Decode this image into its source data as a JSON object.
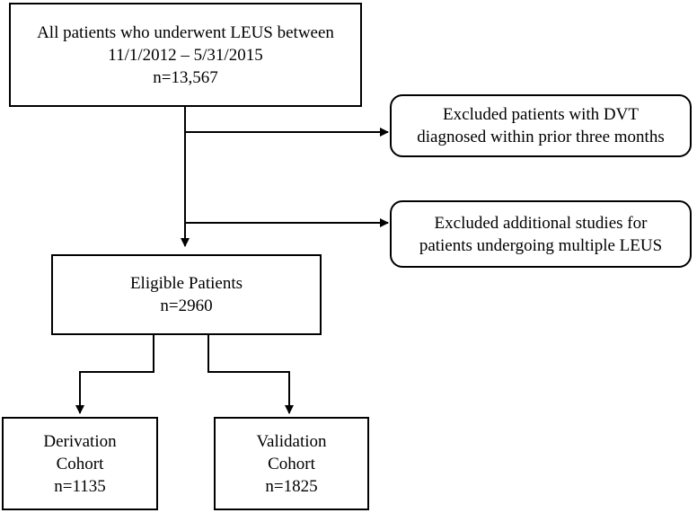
{
  "flowchart": {
    "all_patients": {
      "lines": [
        "All patients who underwent LEUS between",
        "11/1/2012 – 5/31/2015",
        "n=13,567"
      ]
    },
    "exclusion_dvt": {
      "lines": [
        "Excluded patients with DVT",
        "diagnosed within prior three months"
      ]
    },
    "exclusion_multiple": {
      "lines": [
        "Excluded additional studies for",
        "patients undergoing multiple LEUS"
      ]
    },
    "eligible": {
      "lines": [
        "Eligible Patients",
        "n=2960"
      ]
    },
    "derivation": {
      "lines": [
        "Derivation",
        "Cohort",
        "n=1135"
      ]
    },
    "validation": {
      "lines": [
        "Validation",
        "Cohort",
        "n=1825"
      ]
    }
  }
}
